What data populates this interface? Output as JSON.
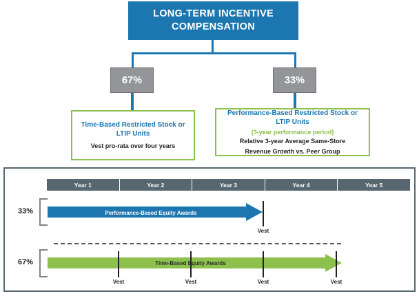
{
  "header": {
    "line1": "LONG-TERM INCENTIVE",
    "line2": "COMPENSATION",
    "color": "#1c76b0"
  },
  "splits": {
    "left_pct": "67%",
    "right_pct": "33%",
    "box_color": "#939598"
  },
  "award_boxes": [
    {
      "title_line1": "Time-Based Restricted Stock or",
      "title_line2": "LTIP Units",
      "note": "Vest pro-rata over four years",
      "border_color": "#8dc04d",
      "title_color": "#1c76b0"
    },
    {
      "title_line1": "Performance-Based Restricted Stock or",
      "title_line2": "LTIP Units",
      "green_sub": "(3-year performance period)",
      "sub_line1": "Relative 3-year Average Same-Store",
      "sub_line2": "Revenue Growth vs. Peer Group",
      "border_color": "#8dc04d",
      "title_color": "#1c76b0"
    }
  ],
  "timeline": {
    "years": [
      "Year 1",
      "Year 2",
      "Year 3",
      "Year 4",
      "Year 5"
    ],
    "header_color": "#57676f",
    "rows": [
      {
        "pct": "33%",
        "bar_label": "Performance-Based Equity Awards",
        "bar_color": "#1c76b0",
        "vest_labels": [
          "Vest"
        ]
      },
      {
        "pct": "67%",
        "bar_label": "Time-Based Equity Awards",
        "bar_color": "#8dc04d",
        "vest_labels": [
          "Vest",
          "Vest",
          "Vest",
          "Vest"
        ]
      }
    ]
  }
}
